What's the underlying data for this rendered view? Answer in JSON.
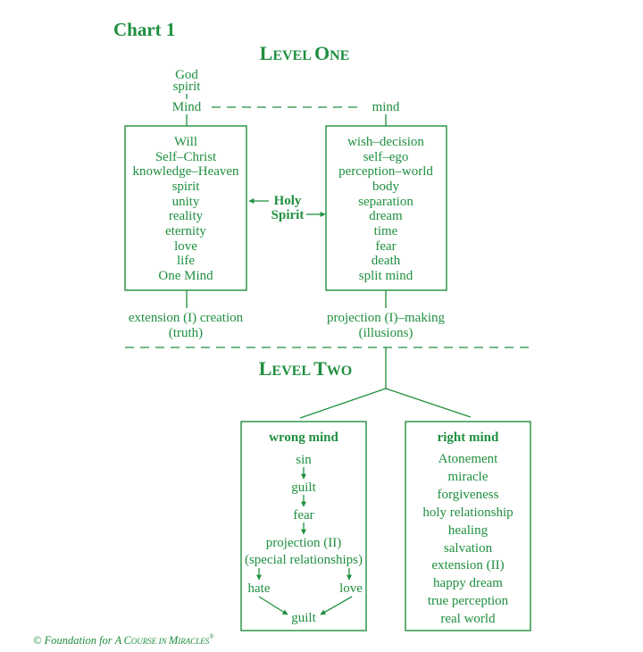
{
  "title": "Chart 1",
  "level_one": {
    "heading": "LEVEL ONE",
    "top_stack": [
      "God",
      "spirit"
    ],
    "left_node": "Mind",
    "right_node": "mind",
    "left_box": [
      "Will",
      "Self–Christ",
      "knowledge–Heaven",
      "spirit",
      "unity",
      "reality",
      "eternity",
      "love",
      "life",
      "One Mind"
    ],
    "right_box": [
      "wish–decision",
      "self–ego",
      "perception–world",
      "body",
      "separation",
      "dream",
      "time",
      "fear",
      "death",
      "split mind"
    ],
    "mediator": [
      "Holy",
      "Spirit"
    ],
    "left_outcome": [
      "extension (I) creation",
      "(truth)"
    ],
    "right_outcome": [
      "projection (I)–making",
      "(illusions)"
    ]
  },
  "level_two": {
    "heading": "LEVEL TWO",
    "wrong_mind": {
      "title": "wrong mind",
      "chain": [
        "sin",
        "guilt",
        "fear",
        "projection (II)",
        "(special relationships)"
      ],
      "branches": [
        "hate",
        "love"
      ],
      "result": "guilt"
    },
    "right_mind": {
      "title": "right mind",
      "items": [
        "Atonement",
        "miracle",
        "forgiveness",
        "holy relationship",
        "healing",
        "salvation",
        "extension (II)",
        "happy dream",
        "true perception",
        "real world"
      ]
    }
  },
  "footer": {
    "prefix": "© Foundation for",
    "title": "A COURSE IN MIRACLES",
    "mark": "®"
  },
  "colors": {
    "ink": "#1f8f3f",
    "background": "#ffffff"
  }
}
